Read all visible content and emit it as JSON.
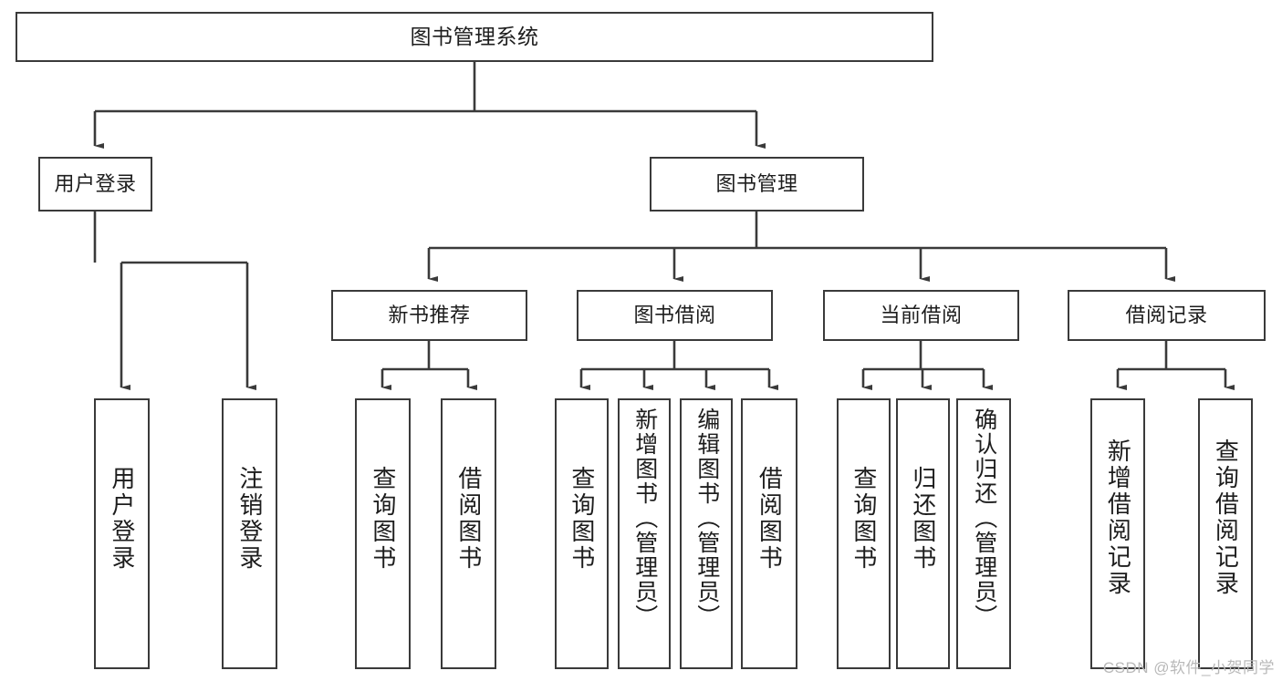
{
  "diagram": {
    "title": "图书管理系统",
    "type": "hierarchy-tree",
    "watermark": "CSDN @软件_小贺同学",
    "colors": {
      "stroke": "#3a3a3a",
      "fill": "#ffffff",
      "text": "#1d1d1d",
      "watermark": "#b9b9b9"
    },
    "nodes": {
      "root": {
        "label": "图书管理系统"
      },
      "level2": [
        {
          "label": "用户登录"
        },
        {
          "label": "图书管理"
        }
      ],
      "level3": [
        {
          "label": "新书推荐"
        },
        {
          "label": "图书借阅"
        },
        {
          "label": "当前借阅"
        },
        {
          "label": "借阅记录"
        }
      ],
      "leaves_user_login": [
        {
          "label": "用户登录"
        },
        {
          "label": "注销登录"
        }
      ],
      "leaves_new_book": [
        {
          "label": "查询图书"
        },
        {
          "label": "借阅图书"
        }
      ],
      "leaves_borrow": [
        {
          "label": "查询图书"
        },
        {
          "label": "新增图书（管理员）"
        },
        {
          "label": "编辑图书（管理员）"
        },
        {
          "label": "借阅图书"
        }
      ],
      "leaves_current": [
        {
          "label": "查询图书"
        },
        {
          "label": "归还图书"
        },
        {
          "label": "确认归还（管理员）"
        }
      ],
      "leaves_record": [
        {
          "label": "新增借阅记录"
        },
        {
          "label": "查询借阅记录"
        }
      ]
    }
  }
}
